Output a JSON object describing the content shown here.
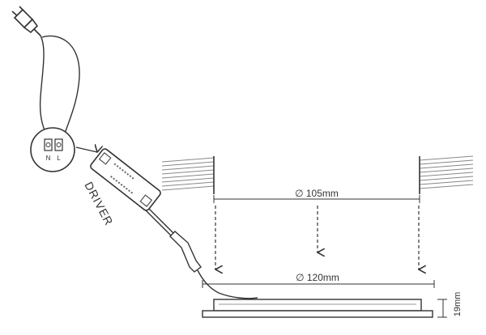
{
  "labels": {
    "driver": "DRIVER",
    "neutral": "N",
    "live": "L",
    "cutout_diameter": "∅ 105mm",
    "panel_diameter": "∅ 120mm",
    "panel_height": "19mm"
  },
  "colors": {
    "stroke": "#333333",
    "hatch": "#888888",
    "background": "#ffffff"
  }
}
